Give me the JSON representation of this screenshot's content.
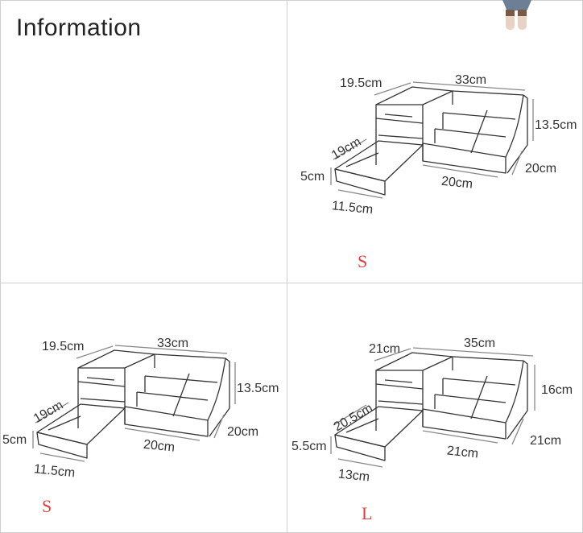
{
  "title": "Information",
  "panels": [
    {
      "size": "S",
      "labels": {
        "depth_top": "19.5cm",
        "width": "33cm",
        "height": "13.5cm",
        "drawer_depth": "19cm",
        "drawer_height": "5cm",
        "drawer_width": "11.5cm",
        "front_width": "20cm",
        "side_depth": "20cm"
      }
    },
    {
      "size": "S",
      "labels": {
        "depth_top": "19.5cm",
        "width": "33cm",
        "height": "13.5cm",
        "drawer_depth": "19cm",
        "drawer_height": "5cm",
        "drawer_width": "11.5cm",
        "front_width": "20cm",
        "side_depth": "20cm"
      }
    },
    {
      "size": "L",
      "labels": {
        "depth_top": "21cm",
        "width": "35cm",
        "height": "16cm",
        "drawer_depth": "20.5cm",
        "drawer_height": "5.5cm",
        "drawer_width": "13cm",
        "front_width": "21cm",
        "side_depth": "21cm"
      }
    }
  ],
  "colors": {
    "size_label": "#e83a3a",
    "line": "#333333",
    "divider": "#cfcfcf"
  }
}
